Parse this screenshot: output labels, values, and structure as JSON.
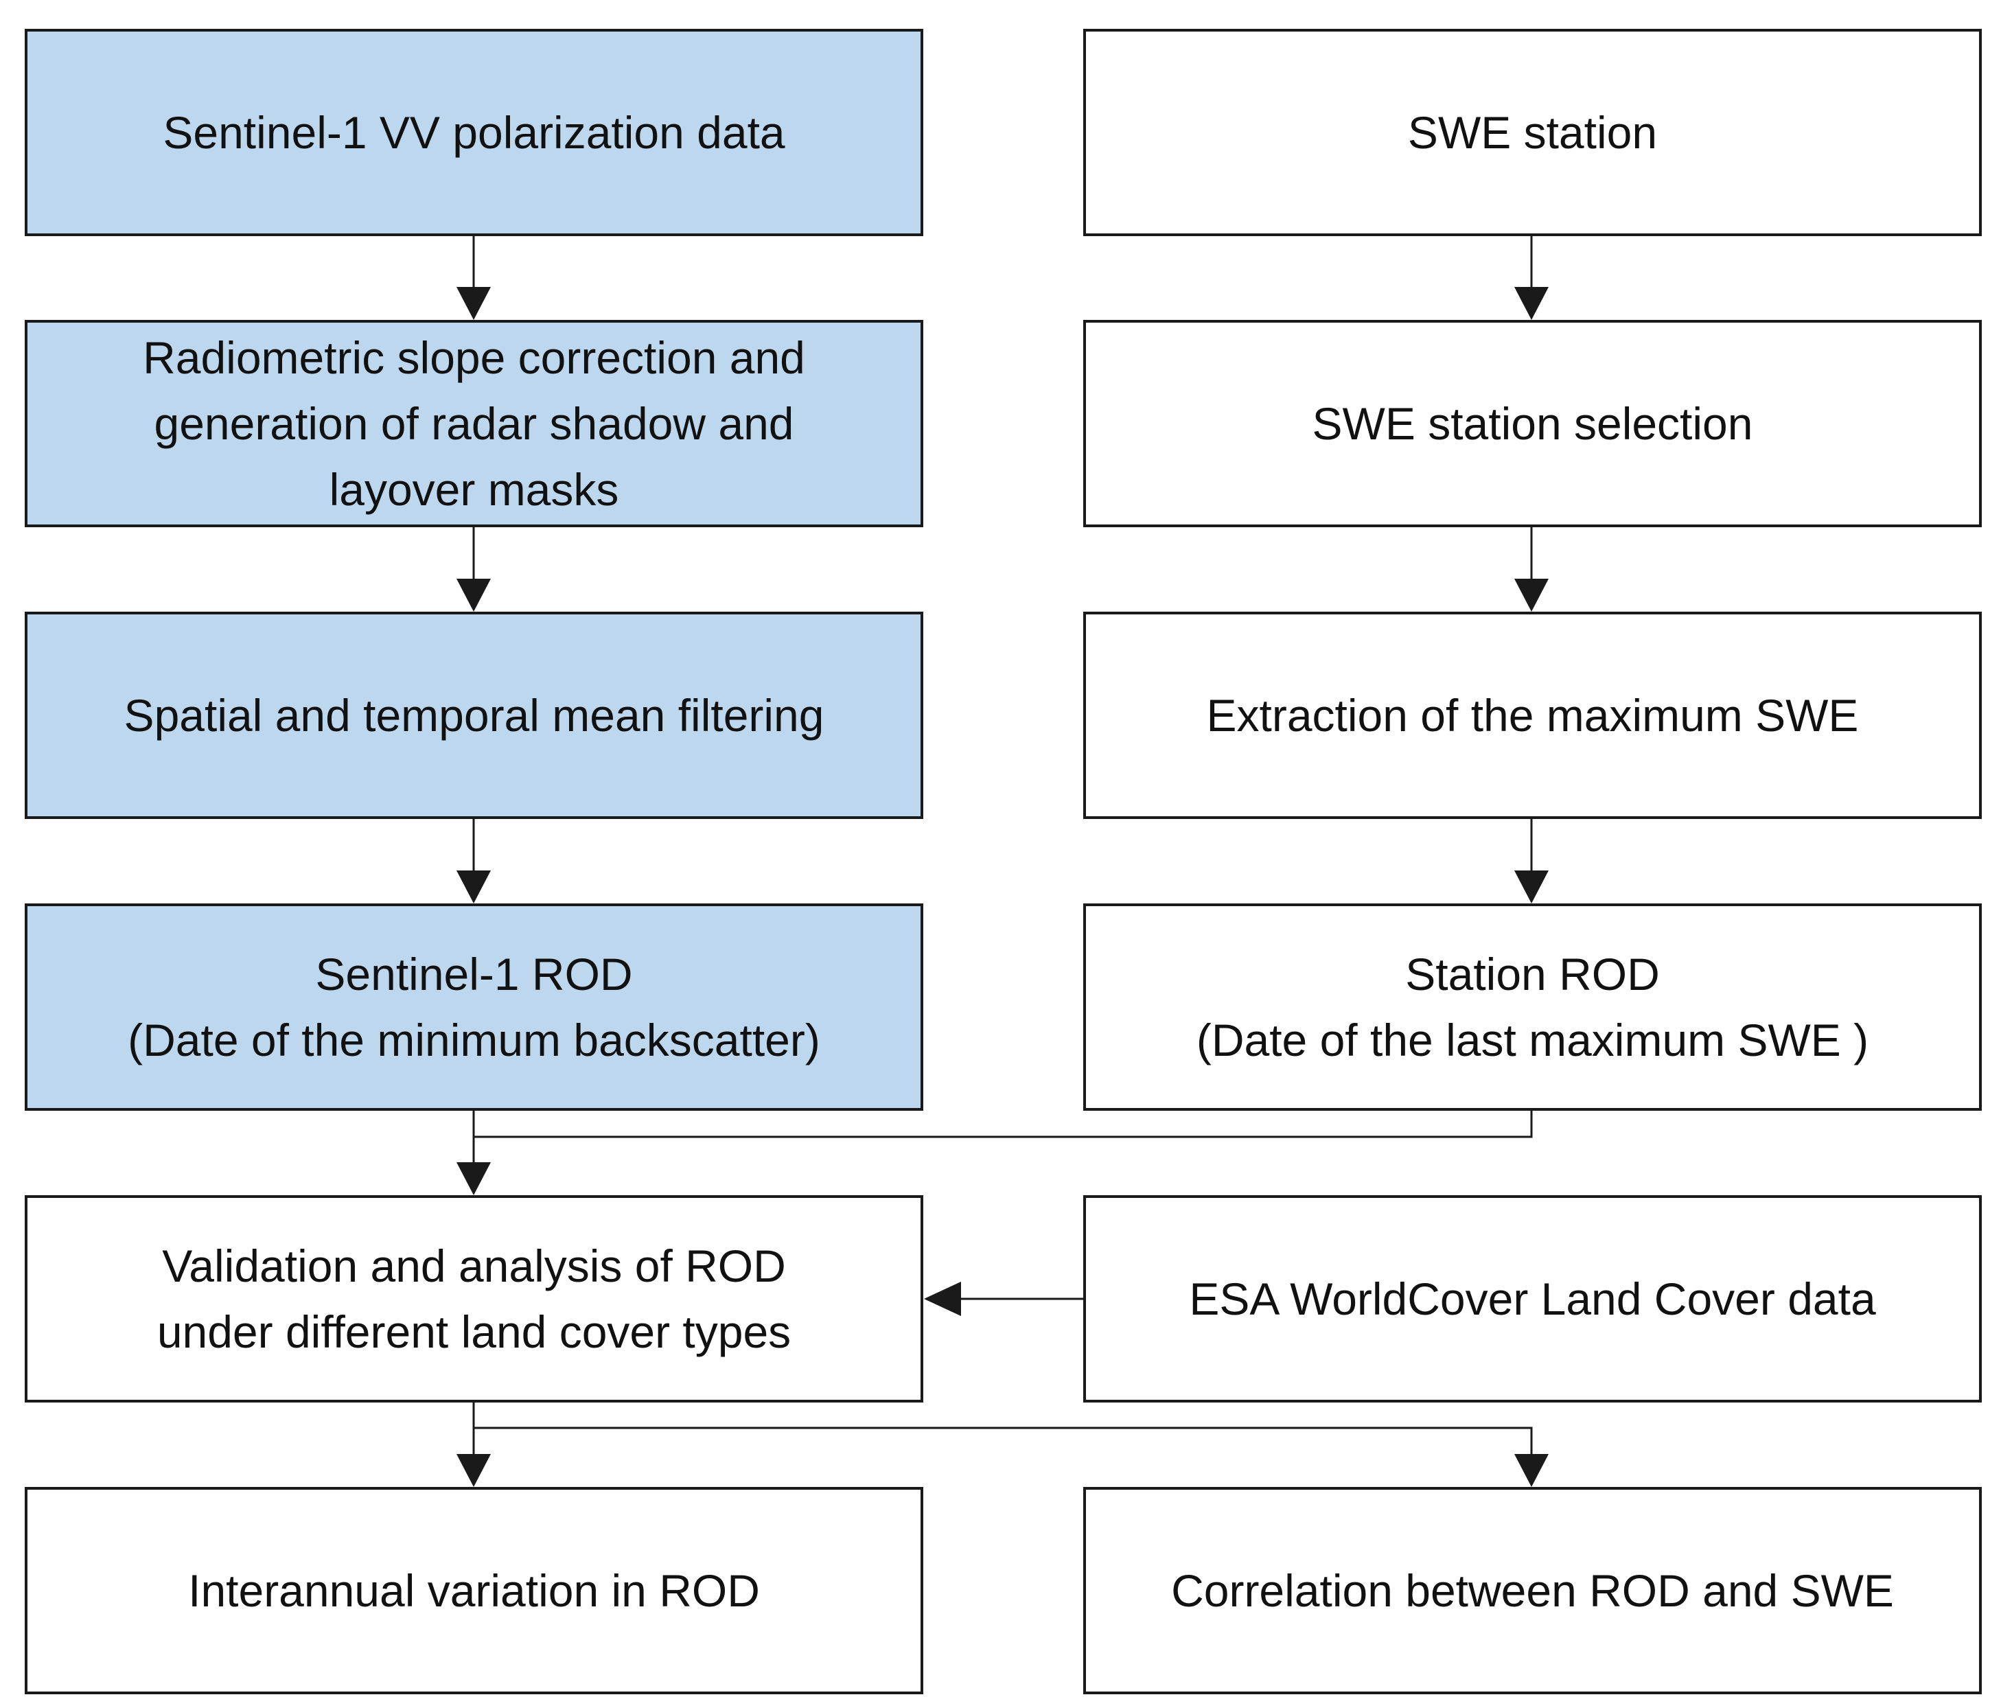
{
  "colors": {
    "process_fill": "#bdd7ee",
    "plain_fill": "#ffffff",
    "stroke": "#1a1a1a",
    "text": "#111111"
  },
  "boxes": {
    "s1_data": {
      "text": "Sentinel-1 VV polarization data",
      "fill": "blue"
    },
    "s1_correction": {
      "text": "Radiometric slope correction and\ngeneration of radar shadow and\nlayover masks",
      "fill": "blue"
    },
    "s1_filtering": {
      "text": "Spatial and temporal mean filtering",
      "fill": "blue"
    },
    "s1_rod": {
      "text": "Sentinel-1 ROD\n(Date of the minimum backscatter)",
      "fill": "blue"
    },
    "swe_station": {
      "text": "SWE station",
      "fill": "white"
    },
    "swe_selection": {
      "text": "SWE station selection",
      "fill": "white"
    },
    "swe_max": {
      "text": "Extraction of the maximum SWE",
      "fill": "white"
    },
    "station_rod": {
      "text": "Station ROD\n(Date of the last maximum SWE )",
      "fill": "white"
    },
    "validation": {
      "text": "Validation and analysis of ROD\nunder different land cover types",
      "fill": "white"
    },
    "landcover": {
      "text": "ESA WorldCover Land Cover data",
      "fill": "white"
    },
    "interannual": {
      "text": "Interannual variation in ROD",
      "fill": "white"
    },
    "correlation": {
      "text": "Correlation between ROD and SWE",
      "fill": "white"
    }
  },
  "edges": [
    {
      "from": "s1_data",
      "to": "s1_correction"
    },
    {
      "from": "s1_correction",
      "to": "s1_filtering"
    },
    {
      "from": "s1_filtering",
      "to": "s1_rod"
    },
    {
      "from": "swe_station",
      "to": "swe_selection"
    },
    {
      "from": "swe_selection",
      "to": "swe_max"
    },
    {
      "from": "swe_max",
      "to": "station_rod"
    },
    {
      "from": "s1_rod",
      "to": "validation"
    },
    {
      "from": "station_rod",
      "to": "validation"
    },
    {
      "from": "landcover",
      "to": "validation"
    },
    {
      "from": "validation",
      "to": "interannual"
    },
    {
      "from": "validation",
      "to": "correlation"
    }
  ]
}
